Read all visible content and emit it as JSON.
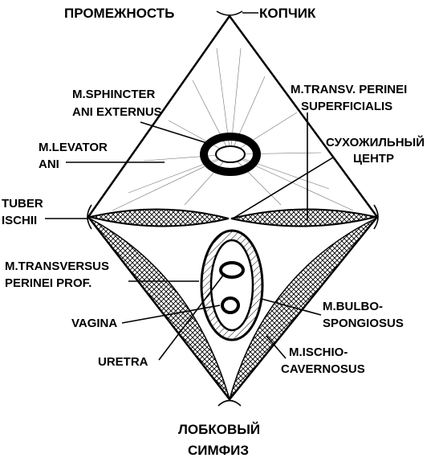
{
  "diagram": {
    "title": "ПРОМЕЖНОСТЬ",
    "labels": {
      "coccyx": "КОПЧИК",
      "sphincter_l1": "M.SPHINCTER",
      "sphincter_l2": "ANI EXTERNUS",
      "levator_l1": "M.LEVATOR",
      "levator_l2": "ANI",
      "tuber_l1": "TUBER",
      "tuber_l2": "ISCHII",
      "transv_sup_l1": "M.TRANSV. PERINEI",
      "transv_sup_l2": "SUPERFICIALIS",
      "tendon_l1": "СУХОЖИЛЬНЫЙ",
      "tendon_l2": "ЦЕНТР",
      "transv_prof_l1": "M.TRANSVERSUS",
      "transv_prof_l2": "PERINEI PROF.",
      "vagina": "VAGINA",
      "bulbo_l1": "M.BULBO-",
      "bulbo_l2": "SPONGIOSUS",
      "uretra": "URETRA",
      "ischio_l1": "M.ISCHIO-",
      "ischio_l2": "CAVERNOSUS",
      "symphysis_l1": "ЛОБКОВЫЙ",
      "symphysis_l2": "СИМФИЗ"
    }
  },
  "colors": {
    "ink": "#000000",
    "paper": "#ffffff"
  }
}
